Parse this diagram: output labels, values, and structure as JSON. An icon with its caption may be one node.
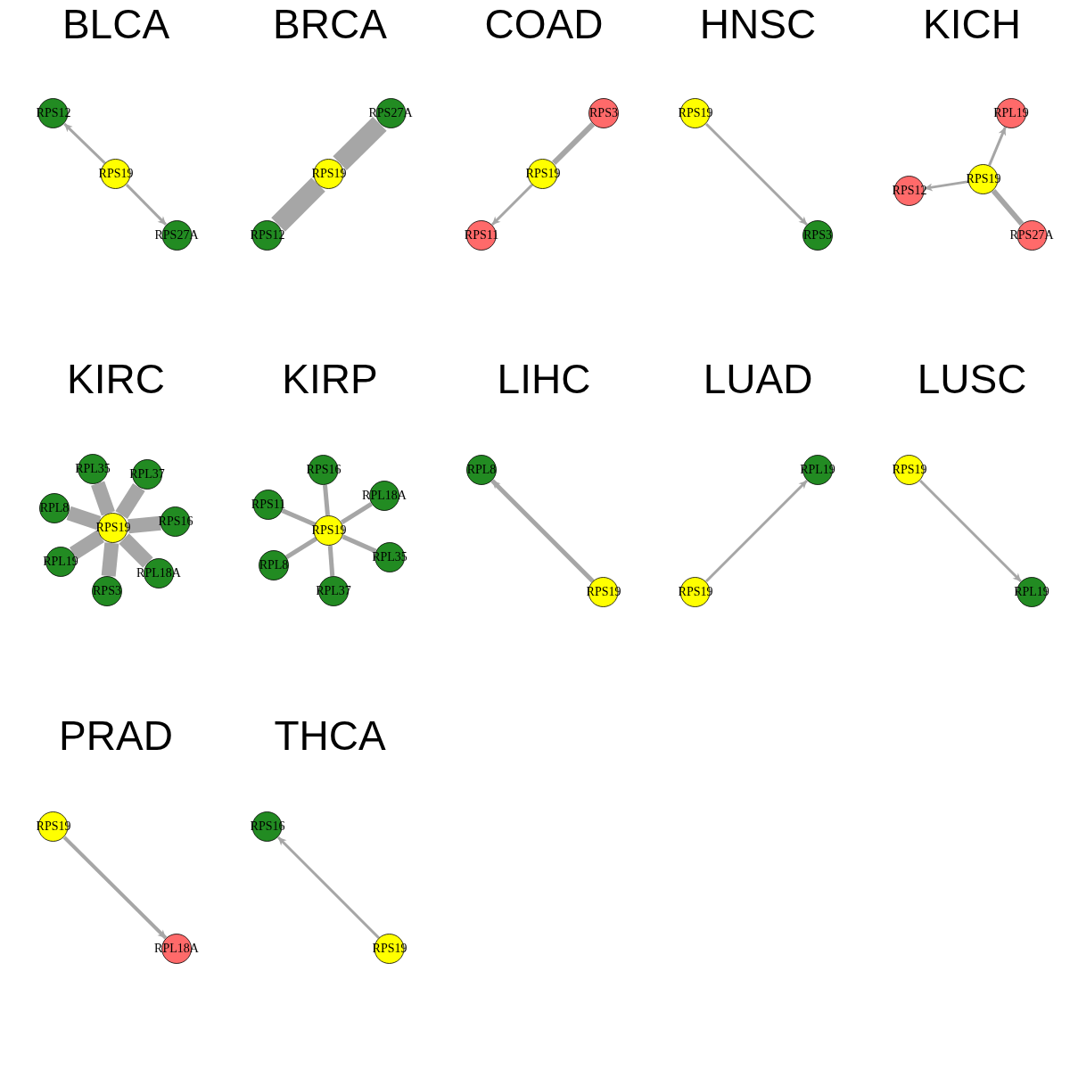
{
  "diagram": {
    "nodes": [
      {
        "text": [
          "RPS12"
        ]
      },
      {
        "text": [
          "RPS19"
        ]
      },
      {
        "text": [
          "RPS27A"
        ]
      },
      {
        "text": [
          "RPS27A"
        ]
      },
      {
        "text": [
          "RPS19"
        ]
      },
      {
        "text": [
          "RPS12"
        ]
      },
      {
        "text": [
          "RPS3"
        ]
      },
      {
        "text": [
          "RPS19"
        ]
      },
      {
        "text": [
          "RPS11"
        ]
      },
      {
        "text": [
          "RPS19"
        ]
      },
      {
        "text": [
          "RPS3"
        ]
      },
      {
        "text": [
          "RPL19"
        ]
      },
      {
        "text": [
          "RPS19"
        ]
      },
      {
        "text": [
          "RPS12"
        ]
      },
      {
        "text": [
          "RPS27A"
        ]
      },
      {
        "text": [
          "RPL35"
        ]
      },
      {
        "text": [
          "RPL37"
        ]
      },
      {
        "text": [
          "RPL8"
        ]
      },
      {
        "text": [
          "RPS19"
        ]
      },
      {
        "text": [
          "RPS16"
        ]
      },
      {
        "text": [
          "RPL19"
        ]
      },
      {
        "text": [
          "RPL18A"
        ]
      },
      {
        "text": [
          "RPS3"
        ]
      },
      {
        "text": [
          "RPS16"
        ]
      },
      {
        "text": [
          "RPL18A"
        ]
      },
      {
        "text": [
          "RPS11"
        ]
      },
      {
        "text": [
          "RPS19"
        ]
      },
      {
        "text": [
          "RPL35"
        ]
      },
      {
        "text": [
          "RPL8"
        ]
      },
      {
        "text": [
          "RPL37"
        ]
      },
      {
        "text": [
          "RPL8"
        ]
      },
      {
        "text": [
          "RPS19"
        ]
      },
      {
        "text": [
          "RPL19"
        ]
      },
      {
        "text": [
          "RPS19"
        ]
      },
      {
        "text": [
          "RPS19"
        ]
      },
      {
        "text": [
          "RPL19"
        ]
      },
      {
        "text": [
          "RPS19"
        ]
      },
      {
        "text": [
          "RPL18A"
        ]
      },
      {
        "text": [
          "RPS16"
        ]
      },
      {
        "text": [
          "RPS19"
        ]
      }
    ],
    "edges": [
      {
        "from": 1,
        "to": 0,
        "arrow": "to"
      },
      {
        "from": 1,
        "to": 2,
        "arrow": "to"
      },
      {
        "from": 4,
        "to": 3,
        "arrow": "none",
        "style": "thick"
      },
      {
        "from": 4,
        "to": 5,
        "arrow": "none",
        "style": "thick"
      },
      {
        "from": 7,
        "to": 6,
        "arrow": "none"
      },
      {
        "from": 7,
        "to": 8,
        "arrow": "to"
      },
      {
        "from": 9,
        "to": 10,
        "arrow": "to"
      },
      {
        "from": 12,
        "to": 11,
        "arrow": "to"
      },
      {
        "from": 12,
        "to": 13,
        "arrow": "to"
      },
      {
        "from": 12,
        "to": 14,
        "arrow": "none"
      },
      {
        "from": 18,
        "to": 15,
        "arrow": "none",
        "style": "thick"
      },
      {
        "from": 18,
        "to": 16,
        "arrow": "none",
        "style": "thick"
      },
      {
        "from": 18,
        "to": 17,
        "arrow": "none",
        "style": "thick"
      },
      {
        "from": 18,
        "to": 19,
        "arrow": "none",
        "style": "thick"
      },
      {
        "from": 18,
        "to": 20,
        "arrow": "none",
        "style": "thick"
      },
      {
        "from": 18,
        "to": 21,
        "arrow": "none",
        "style": "thick"
      },
      {
        "from": 18,
        "to": 22,
        "arrow": "none",
        "style": "thick"
      },
      {
        "from": 26,
        "to": 23,
        "arrow": "none"
      },
      {
        "from": 26,
        "to": 24,
        "arrow": "none"
      },
      {
        "from": 26,
        "to": 25,
        "arrow": "none"
      },
      {
        "from": 26,
        "to": 27,
        "arrow": "none"
      },
      {
        "from": 26,
        "to": 28,
        "arrow": "none"
      },
      {
        "from": 26,
        "to": 29,
        "arrow": "none"
      },
      {
        "from": 31,
        "to": 30,
        "arrow": "to"
      },
      {
        "from": 33,
        "to": 32,
        "arrow": "to"
      },
      {
        "from": 34,
        "to": 35,
        "arrow": "to"
      },
      {
        "from": 36,
        "to": 37,
        "arrow": "to"
      },
      {
        "from": 39,
        "to": 38,
        "arrow": "to"
      }
    ],
    "labels": [
      "BLCA",
      "BRCA",
      "COAD",
      "HNSC",
      "KICH",
      "KIRC",
      "KIRP",
      "LIHC",
      "LUAD",
      "LUSC",
      "PRAD",
      "THCA"
    ]
  }
}
